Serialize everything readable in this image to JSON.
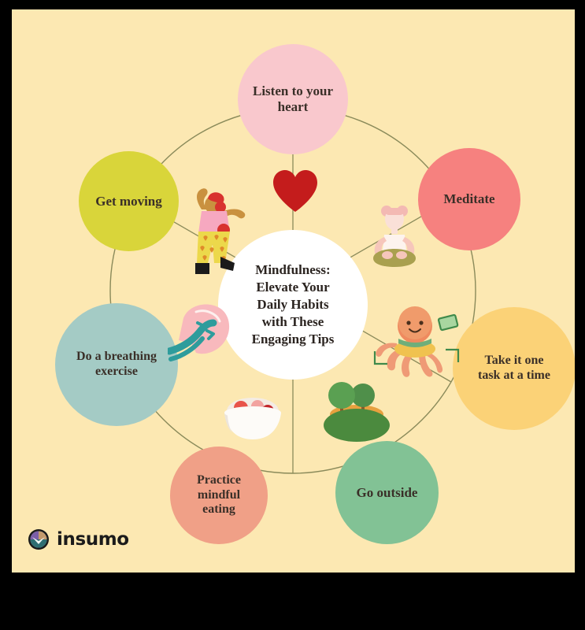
{
  "poster": {
    "background_color": "#fce8b2",
    "frame_color": "#000000",
    "ring_line_color": "#8a8a5a"
  },
  "center": {
    "label": "Mindfulness: Elevate Your Daily Habits with These Engaging Tips",
    "lines": [
      "Mindfulness:",
      "Elevate Your",
      "Daily Habits",
      "with These",
      "Engaging Tips"
    ],
    "color": "#ffffff"
  },
  "nodes": [
    {
      "id": "listen-to-your-heart",
      "label": "Listen to your heart",
      "lines": [
        "Listen to your",
        "heart"
      ],
      "color": "#f9c8cd",
      "icon": "heart-icon"
    },
    {
      "id": "meditate",
      "label": "Meditate",
      "lines": [
        "Meditate"
      ],
      "color": "#f6817f",
      "icon": "meditating-person-icon"
    },
    {
      "id": "take-it-one-task-at-a-time",
      "label": "Take it one task at a time",
      "lines": [
        "Take it one",
        "task at a time"
      ],
      "color": "#fbd277",
      "icon": "octopus-icon"
    },
    {
      "id": "go-outside",
      "label": "Go outside",
      "lines": [
        "Go outside"
      ],
      "color": "#82c295",
      "icon": "trees-hill-icon"
    },
    {
      "id": "practice-mindful-eating",
      "label": "Practice mindful eating",
      "lines": [
        "Practice",
        "mindful",
        "eating"
      ],
      "color": "#f0a087",
      "icon": "fruit-bowl-icon"
    },
    {
      "id": "do-a-breathing-exercise",
      "label": "Do a breathing exercise",
      "lines": [
        "Do a breathing",
        "exercise"
      ],
      "color": "#a4cbc5",
      "icon": "breathing-head-icon"
    },
    {
      "id": "get-moving",
      "label": "Get moving",
      "lines": [
        "Get moving"
      ],
      "color": "#d9d53a",
      "icon": "dancing-person-icon"
    }
  ],
  "logo": {
    "text": "insumo",
    "mark": "insumo-logo-mark",
    "mark_colors": [
      "#2f6e72",
      "#7b5ea7",
      "#c49a6c",
      "#1a1a1a"
    ]
  }
}
